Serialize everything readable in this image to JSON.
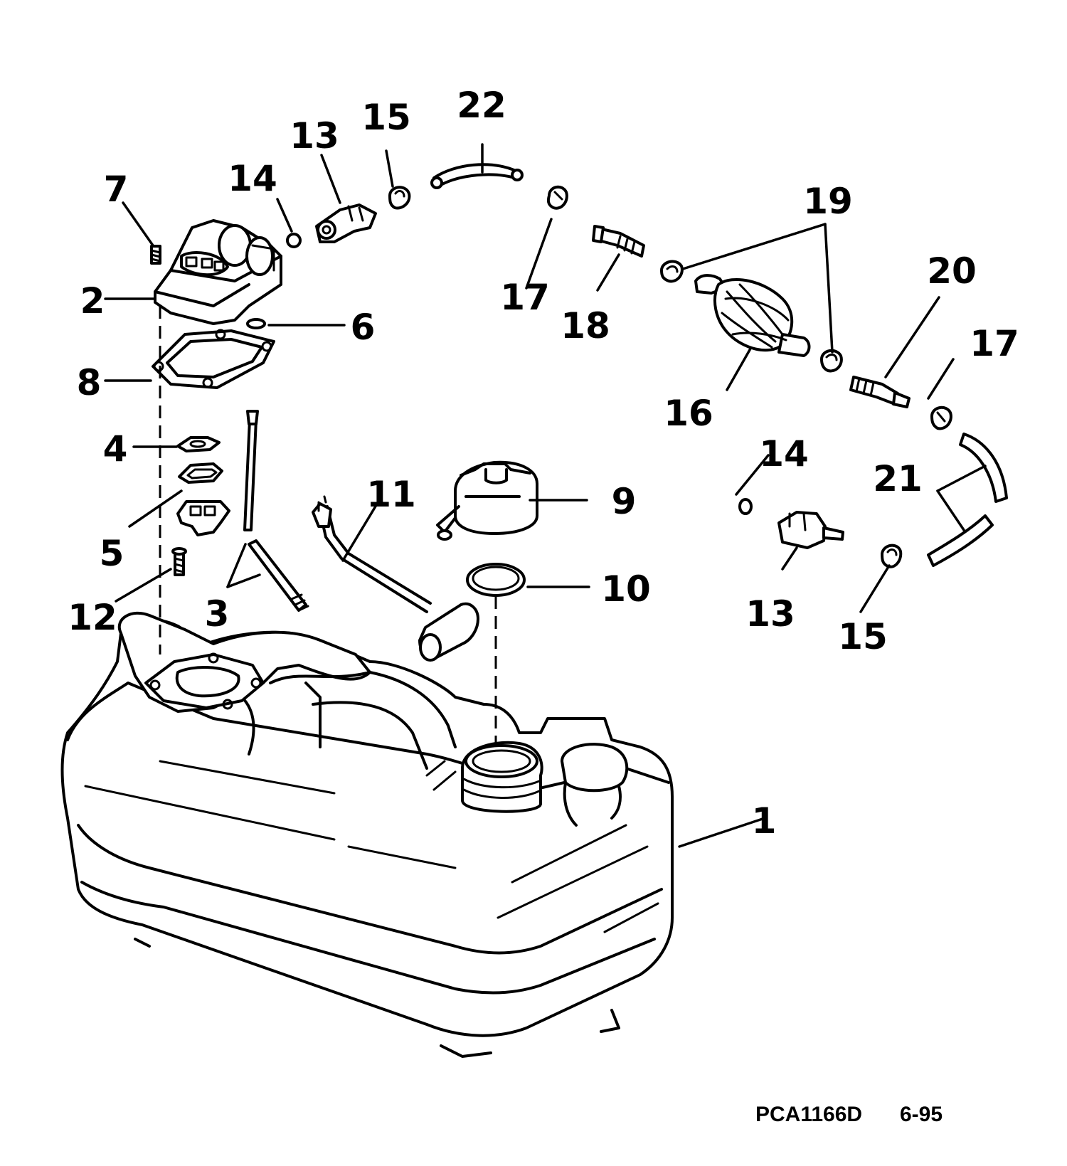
{
  "diagram": {
    "callouts": [
      "1",
      "2",
      "3",
      "4",
      "5",
      "6",
      "7",
      "8",
      "9",
      "10",
      "11",
      "12",
      "13",
      "14",
      "15",
      "16",
      "17",
      "18",
      "19",
      "20",
      "21",
      "22"
    ],
    "repeat_callouts": [
      "13",
      "14",
      "15",
      "17"
    ],
    "footer": {
      "code": "PCA1166D",
      "date": "6-95"
    }
  }
}
